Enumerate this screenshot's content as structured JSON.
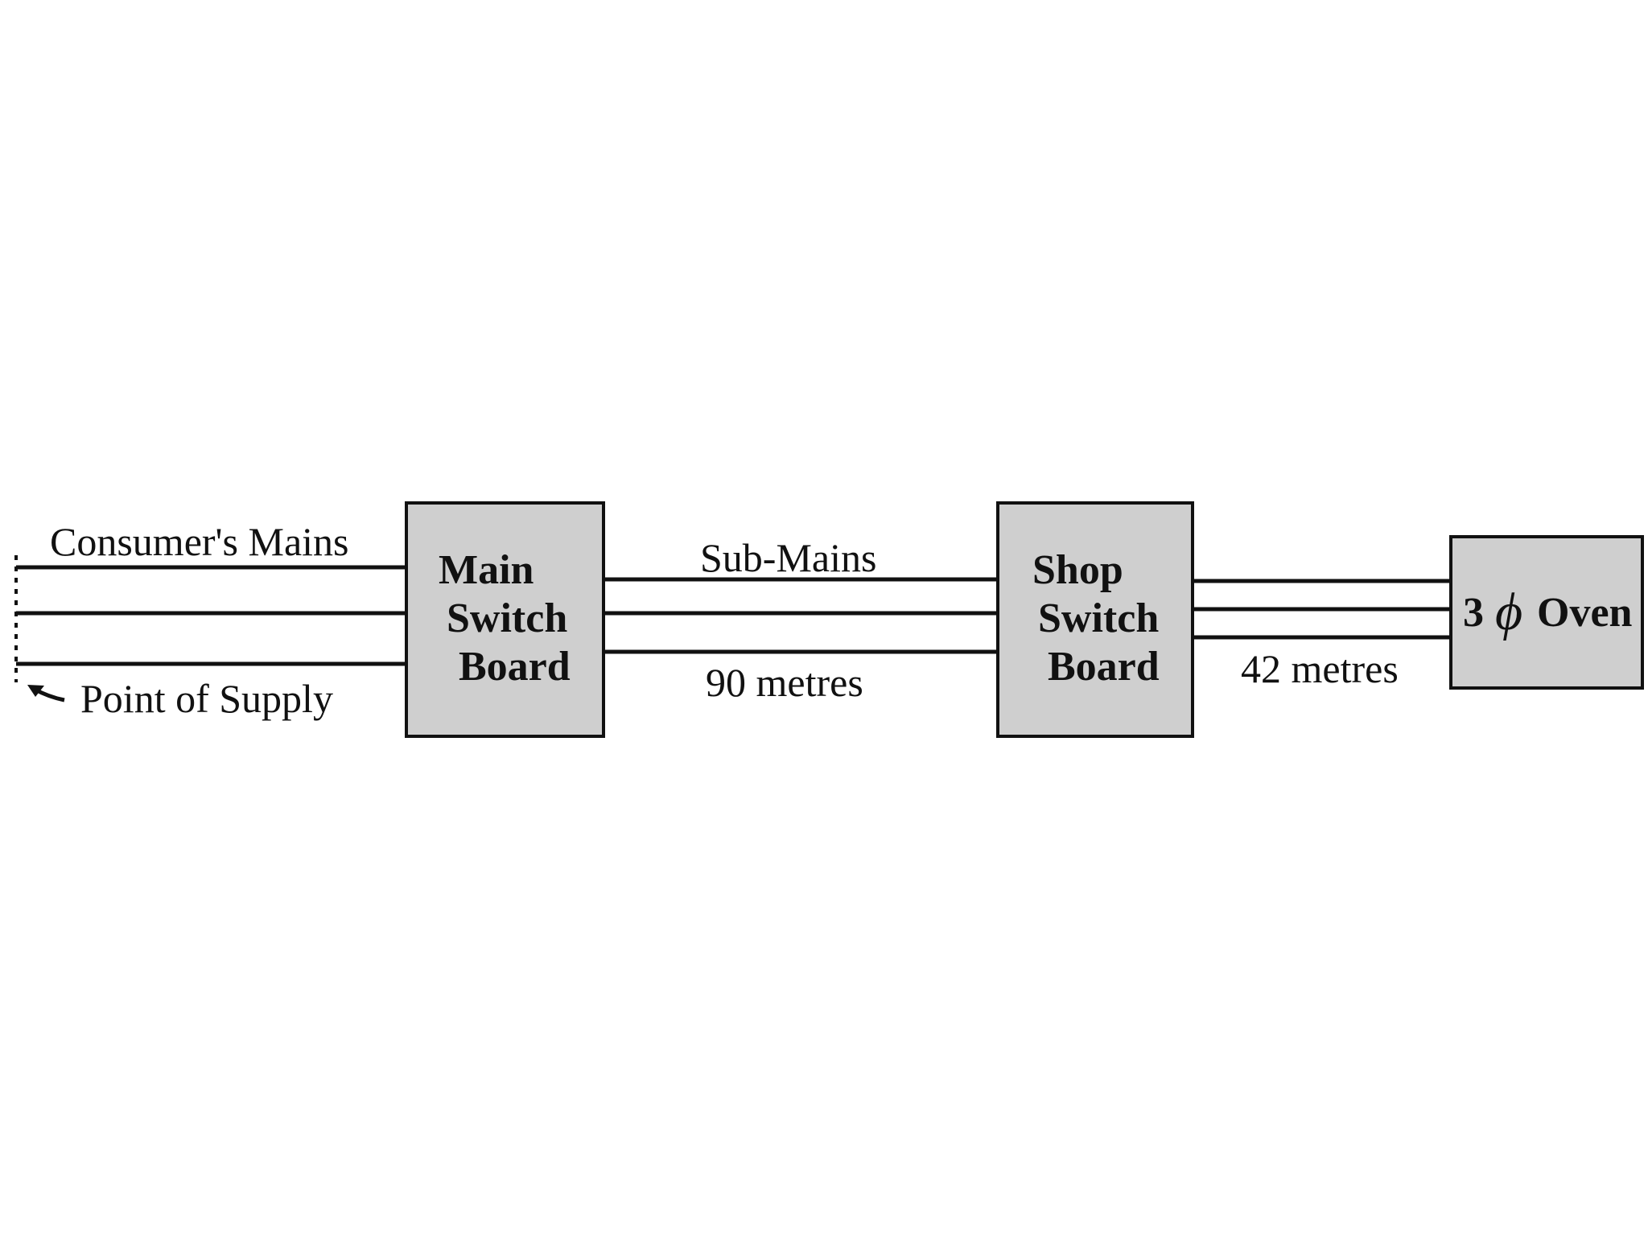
{
  "labels": {
    "consumers_mains": "Consumer's Mains",
    "point_of_supply": "Point of Supply",
    "sub_mains": "Sub-Mains",
    "sub_mains_length": "90 metres",
    "final_length": "42 metres"
  },
  "boxes": {
    "main_switch_board": [
      "Main",
      "Switch",
      "Board"
    ],
    "shop_switch_board": [
      "Shop",
      "Switch",
      "Board"
    ],
    "oven": {
      "prefix": "3",
      "symbol": "ϕ",
      "name": "Oven"
    }
  },
  "colors": {
    "box_fill": "#cfcfcf",
    "line": "#111111"
  }
}
